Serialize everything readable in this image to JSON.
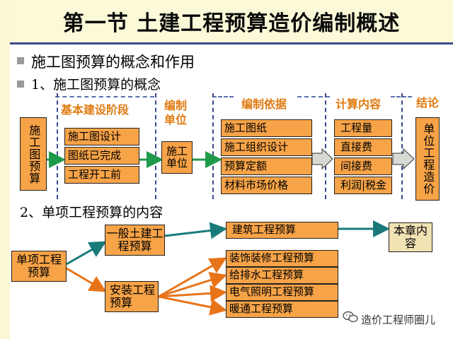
{
  "title": "第一节 土建工程预算造价编制概述",
  "bullets": {
    "b1": "施工图预算的概念和作用",
    "b2": "1、施工图预算的概念",
    "b3": "2、单项工程预算的内容"
  },
  "concept": {
    "headers": {
      "stage": "基本建设阶段",
      "unit_line1": "编制",
      "unit_line2": "单位",
      "basis": "编制依据",
      "calc": "计算内容",
      "conclusion": "结论"
    },
    "left_box": "施工图预算",
    "stages": [
      "施工图设计",
      "图纸已完成",
      "工程开工前"
    ],
    "unit_box": "施工单位",
    "basis": [
      "施工图纸",
      "施工组织设计",
      "预算定额",
      "材料市场价格"
    ],
    "calc": [
      "工程量",
      "直接费",
      "间接费",
      "利润|税金"
    ],
    "result_box": "单位工程造价"
  },
  "content": {
    "root": "单项工程预算",
    "general": "一般土建工程预算",
    "install": "安装工程预算",
    "building": "建筑工程预算",
    "chapter": "本章内容",
    "install_items": [
      "装饰装修工程预算",
      "给排水工程预算",
      "电气照明工程预算",
      "暖通工程预算"
    ]
  },
  "watermark": "造价工程师圈儿",
  "colors": {
    "box_fill": "#f7a347",
    "header_text": "#e07a10",
    "green_arrow": "#1f9a4a",
    "teal_arrow": "#1a7a7a",
    "orange_arrow": "#e8741a"
  }
}
